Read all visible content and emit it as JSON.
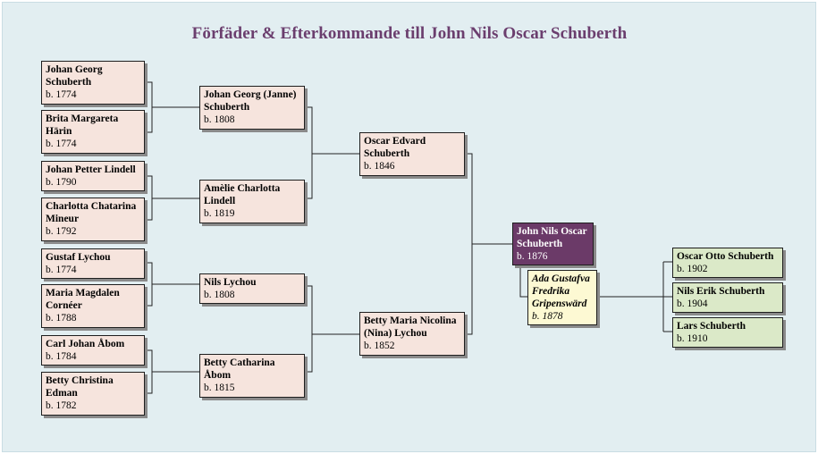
{
  "title": "Förfäder & Efterkommande till John Nils Oscar Schuberth",
  "people": {
    "g3_1": {
      "name": "Johan Georg Schuberth",
      "date": "b. 1774"
    },
    "g3_2": {
      "name": "Brita Margareta Härin",
      "date": "b. 1774"
    },
    "g3_3": {
      "name": "Johan Petter Lindell",
      "date": "b. 1790"
    },
    "g3_4": {
      "name": "Charlotta Chatarina Mineur",
      "date": "b. 1792"
    },
    "g3_5": {
      "name": "Gustaf Lychou",
      "date": "b. 1774"
    },
    "g3_6": {
      "name": "Maria Magdalen Cornéer",
      "date": "b. 1788"
    },
    "g3_7": {
      "name": "Carl Johan Åbom",
      "date": "b. 1784"
    },
    "g3_8": {
      "name": "Betty Christina Edman",
      "date": "b. 1782"
    },
    "g2_1": {
      "name": "Johan Georg (Janne) Schuberth",
      "date": "b. 1808"
    },
    "g2_2": {
      "name": "Amèlie Charlotta Lindell",
      "date": "b. 1819"
    },
    "g2_3": {
      "name": "Nils Lychou",
      "date": "b. 1808"
    },
    "g2_4": {
      "name": "Betty Catharina Åbom",
      "date": "b. 1815"
    },
    "g1_1": {
      "name": "Oscar Edvard Schuberth",
      "date": "b. 1846"
    },
    "g1_2": {
      "name": "Betty Maria Nicolina (Nina) Lychou",
      "date": "b. 1852"
    },
    "root": {
      "name": "John Nils Oscar Schuberth",
      "date": "b. 1876"
    },
    "spouse": {
      "name": "Ada Gustafva Fredrika Gripenswärd",
      "date": "b. 1878"
    },
    "c1": {
      "name": "Oscar Otto Schuberth",
      "date": "b. 1902"
    },
    "c2": {
      "name": "Nils Erik Schuberth",
      "date": "b. 1904"
    },
    "c3": {
      "name": "Lars Schuberth",
      "date": "b. 1910"
    }
  },
  "colors": {
    "background": "#e2eef1",
    "title": "#6b3e6e",
    "ancestor_box": "#f6e4dd",
    "root_box": "#6b3a68",
    "spouse_box": "#fdf9d3",
    "child_box": "#dbe9c8"
  }
}
